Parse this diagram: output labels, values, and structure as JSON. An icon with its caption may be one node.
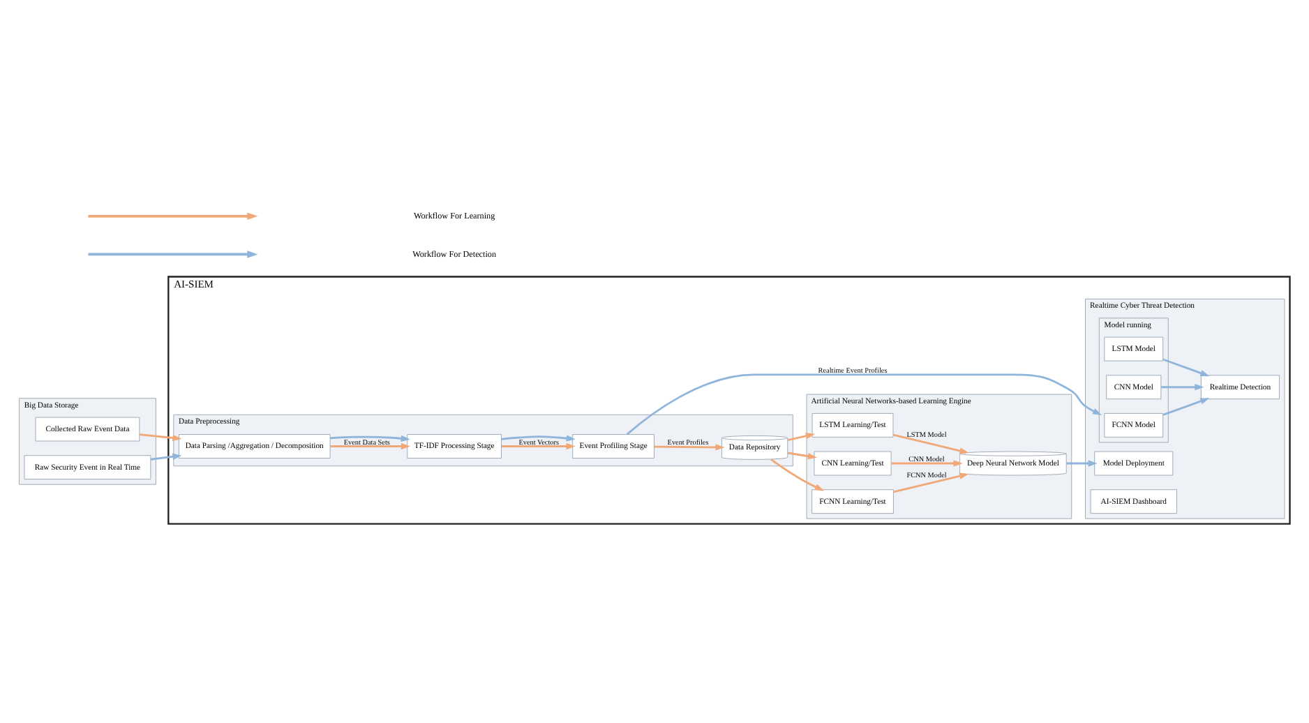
{
  "diagram": {
    "nodes": [
      {
        "text": [
          "Big Data Storage"
        ]
      },
      {
        "text": [
          "Collected Raw Event Data"
        ],
        "in": 0
      },
      {
        "text": [
          "Raw Security Event in Real Time"
        ],
        "in": 0
      },
      {
        "text": [
          "AI-SIEM"
        ]
      },
      {
        "text": [
          "Data Preprocessing"
        ],
        "in": 3
      },
      {
        "text": [
          "Data Parsing /Aggregation / Decomposition"
        ],
        "in": 4
      },
      {
        "text": [
          "TF-IDF Processing Stage"
        ],
        "in": 4
      },
      {
        "text": [
          "Event Profiling Stage"
        ],
        "in": 4
      },
      {
        "text": [
          "Data Repository"
        ],
        "in": 4
      },
      {
        "text": [
          "Artificial Neural Networks-based Learning Engine"
        ],
        "in": 3
      },
      {
        "text": [
          "FCNN Learning/Test"
        ],
        "in": 9
      },
      {
        "text": [
          "CNN Learning/Test"
        ],
        "in": 9
      },
      {
        "text": [
          "LSTM Learning/Test"
        ],
        "in": 9
      },
      {
        "text": [
          "Deep Neural Network Model"
        ],
        "in": 9
      },
      {
        "text": [
          "Realtime Cyber Threat Detection"
        ],
        "in": 3
      },
      {
        "text": [
          "Model Deployment"
        ],
        "in": 14
      },
      {
        "text": [
          "Model running"
        ],
        "in": 14
      },
      {
        "text": [
          "FCNN Model"
        ],
        "in": 16
      },
      {
        "text": [
          "CNN Model"
        ],
        "in": 16
      },
      {
        "text": [
          "LSTM Model"
        ],
        "in": 16
      },
      {
        "text": [
          "AI-SIEM Dashboard"
        ],
        "in": 14
      },
      {
        "text": [
          "Realtime Detection"
        ],
        "in": 14
      }
    ],
    "edges": [
      {
        "from": 1,
        "to": 5,
        "arrow": "to"
      },
      {
        "from": 2,
        "to": 5,
        "arrow": "to",
        "color": "#8fb5da"
      },
      {
        "from": 5,
        "to": 6,
        "arrow": "to",
        "label": "Event Data Sets"
      },
      {
        "from": 5,
        "to": 6,
        "arrow": "to",
        "color": "#8fb5da"
      },
      {
        "from": 6,
        "to": 7,
        "arrow": "to",
        "label": "Event Vectors"
      },
      {
        "from": 6,
        "to": 7,
        "arrow": "to",
        "color": "#8fb5da"
      },
      {
        "from": 7,
        "to": 8,
        "arrow": "to",
        "label": "Event Profiles"
      },
      {
        "from": 8,
        "to": 10,
        "arrow": "to"
      },
      {
        "from": 8,
        "to": 11,
        "arrow": "to"
      },
      {
        "from": 8,
        "to": 12,
        "arrow": "to"
      },
      {
        "from": 10,
        "to": 13,
        "arrow": "to",
        "label": "FCNN Model"
      },
      {
        "from": 11,
        "to": 13,
        "arrow": "to",
        "label": "CNN Model"
      },
      {
        "from": 12,
        "to": 13,
        "arrow": "to",
        "label": "LSTM Model"
      },
      {
        "from": 13,
        "to": 15,
        "arrow": "to",
        "color": "#8fb5da"
      },
      {
        "from": 7,
        "to": 16,
        "arrow": "to",
        "label": "Realtime Event Profiles",
        "color": "#8fb5da"
      },
      {
        "from": 17,
        "to": 21,
        "arrow": "to",
        "color": "#8fb5da"
      },
      {
        "from": 18,
        "to": 21,
        "arrow": "to",
        "color": "#8fb5da"
      },
      {
        "from": 19,
        "to": 21,
        "arrow": "to",
        "color": "#8fb5da"
      }
    ],
    "legend": [
      {
        "text": "Workflow For Learning"
      },
      {
        "text": "Workflow For Detection"
      }
    ]
  }
}
